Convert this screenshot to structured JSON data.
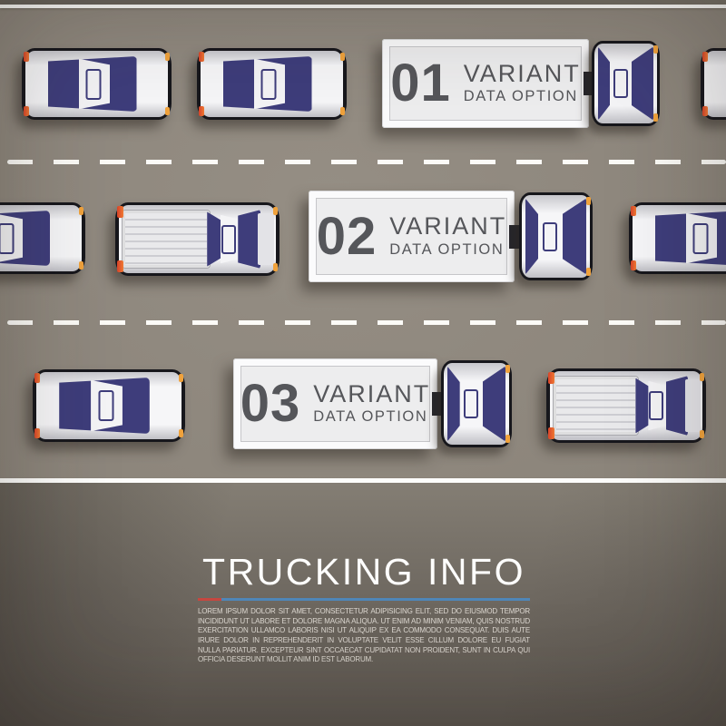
{
  "poster": {
    "title": "TRUCKING INFO",
    "description": "LOREM IPSUM DOLOR SIT AMET, CONSECTETUR ADIPISICING ELIT, SED DO EIUSMOD TEMPOR INCIDIDUNT UT LABORE ET DOLORE MAGNA ALIQUA. UT ENIM AD MINIM VENIAM, QUIS NOSTRUD EXERCITATION ULLAMCO LABORIS NISI UT ALIQUIP EX EA COMMODO CONSEQUAT. DUIS AUTE IRURE DOLOR IN REPREHENDERIT IN VOLUPTATE VELIT ESSE CILLUM DOLORE EU FUGIAT NULLA PARIATUR. EXCEPTEUR SINT OCCAECAT CUPIDATAT NON PROIDENT, SUNT IN CULPA QUI OFFICIA DESERUNT MOLLIT ANIM ID EST LABORUM.",
    "accent_red": "#c64740",
    "accent_blue": "#4f86b8"
  },
  "options": [
    {
      "number": "01",
      "label": "VARIANT",
      "sublabel": "DATA OPTION"
    },
    {
      "number": "02",
      "label": "VARIANT",
      "sublabel": "DATA OPTION"
    },
    {
      "number": "03",
      "label": "VARIANT",
      "sublabel": "DATA OPTION"
    }
  ],
  "colors": {
    "road": "#8a8379",
    "lane_marking": "#fdfdfb",
    "vehicle_body": "#f6f6f8",
    "vehicle_glass": "#3e3d7b",
    "tail_light": "#d8432a",
    "marker_light": "#f0a23c",
    "trailer_panel": "#ededee",
    "label_text": "#55565a"
  }
}
